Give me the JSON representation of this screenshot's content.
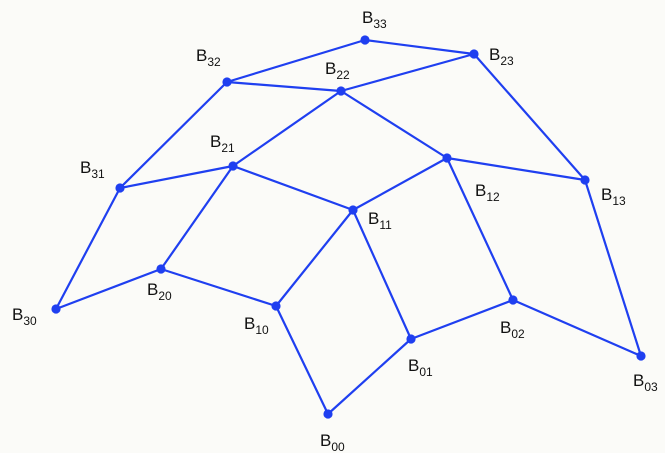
{
  "diagram": {
    "accent_color": "#1f3ff0",
    "points": [
      {
        "id": "B00",
        "base": "B",
        "sub": "00"
      },
      {
        "id": "B01",
        "base": "B",
        "sub": "01"
      },
      {
        "id": "B02",
        "base": "B",
        "sub": "02"
      },
      {
        "id": "B03",
        "base": "B",
        "sub": "03"
      },
      {
        "id": "B10",
        "base": "B",
        "sub": "10"
      },
      {
        "id": "B11",
        "base": "B",
        "sub": "11"
      },
      {
        "id": "B12",
        "base": "B",
        "sub": "12"
      },
      {
        "id": "B13",
        "base": "B",
        "sub": "13"
      },
      {
        "id": "B20",
        "base": "B",
        "sub": "20"
      },
      {
        "id": "B21",
        "base": "B",
        "sub": "21"
      },
      {
        "id": "B22",
        "base": "B",
        "sub": "22"
      },
      {
        "id": "B23",
        "base": "B",
        "sub": "23"
      },
      {
        "id": "B30",
        "base": "B",
        "sub": "30"
      },
      {
        "id": "B31",
        "base": "B",
        "sub": "31"
      },
      {
        "id": "B32",
        "base": "B",
        "sub": "32"
      },
      {
        "id": "B33",
        "base": "B",
        "sub": "33"
      }
    ],
    "edges": [
      [
        "B00",
        "B01"
      ],
      [
        "B01",
        "B02"
      ],
      [
        "B02",
        "B03"
      ],
      [
        "B10",
        "B11"
      ],
      [
        "B11",
        "B12"
      ],
      [
        "B12",
        "B13"
      ],
      [
        "B20",
        "B21"
      ],
      [
        "B21",
        "B22"
      ],
      [
        "B22",
        "B23"
      ],
      [
        "B30",
        "B31"
      ],
      [
        "B31",
        "B32"
      ],
      [
        "B32",
        "B33"
      ],
      [
        "B00",
        "B10"
      ],
      [
        "B10",
        "B20"
      ],
      [
        "B20",
        "B30"
      ],
      [
        "B01",
        "B11"
      ],
      [
        "B11",
        "B21"
      ],
      [
        "B21",
        "B31"
      ],
      [
        "B02",
        "B12"
      ],
      [
        "B12",
        "B22"
      ],
      [
        "B22",
        "B32"
      ],
      [
        "B03",
        "B13"
      ],
      [
        "B13",
        "B23"
      ],
      [
        "B23",
        "B33"
      ]
    ]
  }
}
